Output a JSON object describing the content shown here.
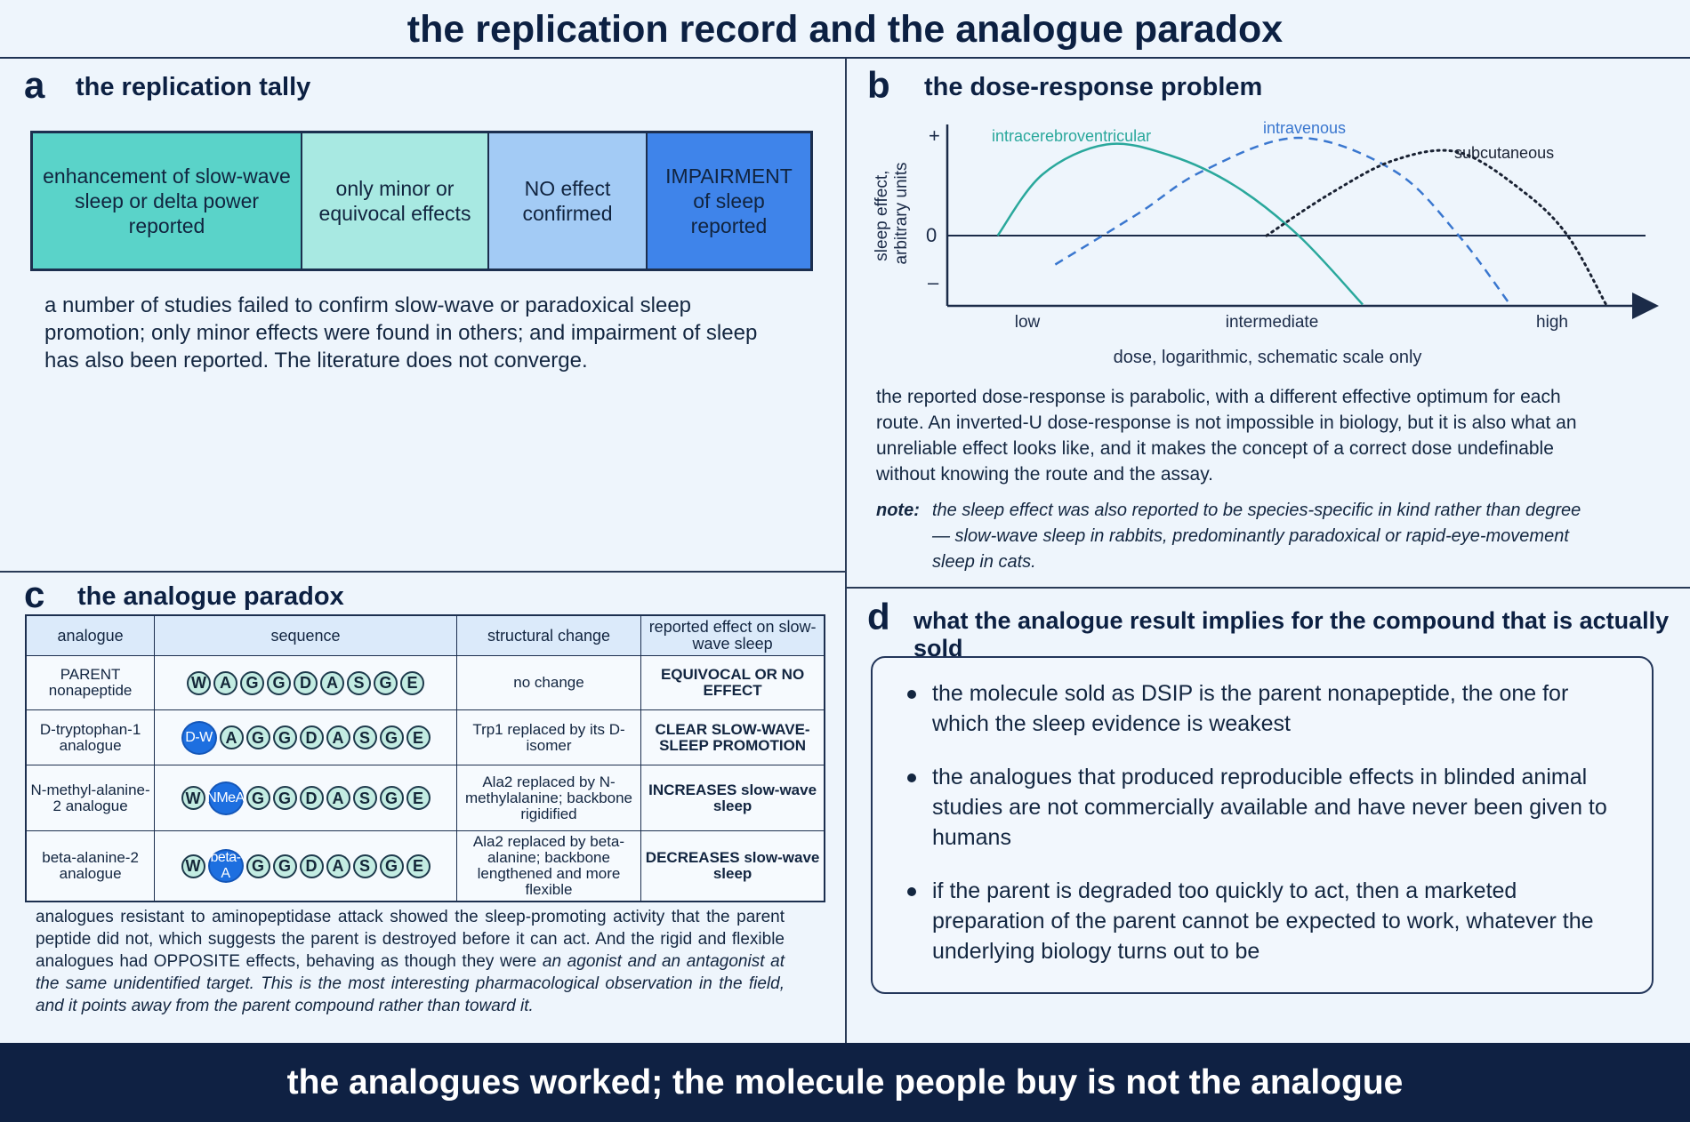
{
  "title": "the replication record and the analogue paradox",
  "panel_a": {
    "letter": "a",
    "title": "the replication tally",
    "tally": [
      {
        "label": "enhancement of slow-wave sleep or delta power reported",
        "color": "#5ad3c9"
      },
      {
        "label": "only minor or equivocal effects",
        "color": "#a8e9e2"
      },
      {
        "label": "NO effect confirmed",
        "color": "#a3cbf5"
      },
      {
        "label": "IMPAIRMENT of sleep reported",
        "color": "#3f84ea"
      }
    ],
    "paragraph": "a number of studies failed to confirm slow-wave or paradoxical sleep promotion; only minor effects were found in others; and impairment of sleep has also been reported. The literature does not converge."
  },
  "panel_b": {
    "letter": "b",
    "title": "the dose-response problem",
    "paragraph": "the reported dose-response is parabolic, with a different effective optimum for each route. An inverted-U dose-response is not impossible in biology, but it is also what an unreliable effect looks like, and it makes the concept of a correct dose undefinable without knowing the route and the assay.",
    "note_label": "note:",
    "note": "the sleep effect was also reported to be species-specific in kind rather than degree — slow-wave sleep in rabbits, predominantly paradoxical or rapid-eye-movement sleep in cats."
  },
  "chart_data": {
    "type": "line",
    "title": "",
    "xlabel": "dose, logarithmic, schematic scale only",
    "ylabel": "sleep effect, arbitrary units",
    "x_ticks": [
      "low",
      "intermediate",
      "high"
    ],
    "y_ticks": [
      "+",
      "0",
      "–"
    ],
    "xlim": [
      0,
      10
    ],
    "ylim": [
      -1,
      1
    ],
    "series": [
      {
        "name": "intracerebroventricular",
        "style": "solid",
        "color": "#2aa89c",
        "x": [
          0.3,
          1.0,
          2.0,
          3.0,
          4.0,
          5.0,
          6.0
        ],
        "y": [
          0.0,
          0.55,
          0.82,
          0.72,
          0.45,
          0.0,
          -0.62
        ]
      },
      {
        "name": "intravenous",
        "style": "dashed",
        "color": "#3a77cf",
        "x": [
          1.2,
          2.5,
          3.5,
          5.0,
          6.5,
          7.5,
          8.3
        ],
        "y": [
          -0.26,
          0.2,
          0.58,
          0.88,
          0.58,
          0.0,
          -0.62
        ]
      },
      {
        "name": "subcutaneous",
        "style": "dotted",
        "color": "#1a2233",
        "x": [
          4.5,
          5.5,
          6.5,
          7.5,
          8.5,
          9.2,
          9.8
        ],
        "y": [
          0.0,
          0.38,
          0.68,
          0.75,
          0.4,
          0.0,
          -0.62
        ]
      }
    ]
  },
  "panel_c": {
    "letter": "c",
    "title": "the analogue paradox",
    "headers": [
      "analogue",
      "sequence",
      "structural change",
      "reported effect on slow-wave sleep"
    ],
    "rows": [
      {
        "analogue": "PARENT nonapeptide",
        "sequence": [
          "W",
          "A",
          "G",
          "G",
          "D",
          "A",
          "S",
          "G",
          "E"
        ],
        "modified": -1,
        "change": "no change",
        "effect": "EQUIVOCAL OR NO EFFECT",
        "effect_style": "black"
      },
      {
        "analogue": "D-tryptophan-1 analogue",
        "sequence": [
          "D-W",
          "A",
          "G",
          "G",
          "D",
          "A",
          "S",
          "G",
          "E"
        ],
        "modified": 0,
        "change": "Trp1 replaced by its D-isomer",
        "effect": "CLEAR SLOW-WAVE-SLEEP PROMOTION",
        "effect_style": "blue"
      },
      {
        "analogue": "N-methyl-alanine-2 analogue",
        "sequence": [
          "W",
          "NMeA",
          "G",
          "G",
          "D",
          "A",
          "S",
          "G",
          "E"
        ],
        "modified": 1,
        "change": "Ala2 replaced by N-methylalanine; backbone rigidified",
        "effect": "INCREASES slow-wave sleep",
        "effect_style": "blue"
      },
      {
        "analogue": "beta-alanine-2 analogue",
        "sequence": [
          "W",
          "beta-A",
          "G",
          "G",
          "D",
          "A",
          "S",
          "G",
          "E"
        ],
        "modified": 1,
        "change": "Ala2 replaced by beta-alanine; backbone lengthened and more flexible",
        "effect": "DECREASES slow-wave sleep",
        "effect_style": "blue"
      }
    ],
    "paragraph_normal": "analogues resistant to aminopeptidase attack showed the sleep-promoting activity that the parent peptide did not, which suggests the parent is destroyed before it can act. And the rigid and flexible analogues had OPPOSITE effects, behaving as though they were ",
    "paragraph_italic": "an agonist and an antagonist at the same unidentified target. This is the most interesting pharmacological observation in the field, and it points away from the parent compound rather than toward it."
  },
  "panel_d": {
    "letter": "d",
    "title": "what the analogue result implies for the compound that is actually sold",
    "bullets": [
      "the molecule sold as DSIP is the parent nonapeptide, the one for which the sleep evidence is weakest",
      "the analogues that produced reproducible effects in blinded animal studies are not commercially available and have never been given to humans",
      "if the parent is degraded too quickly to act, then a marketed preparation of the parent cannot be expected to work, whatever the underlying biology turns out to be"
    ]
  },
  "footer": "the analogues worked; the molecule people buy is not the analogue"
}
